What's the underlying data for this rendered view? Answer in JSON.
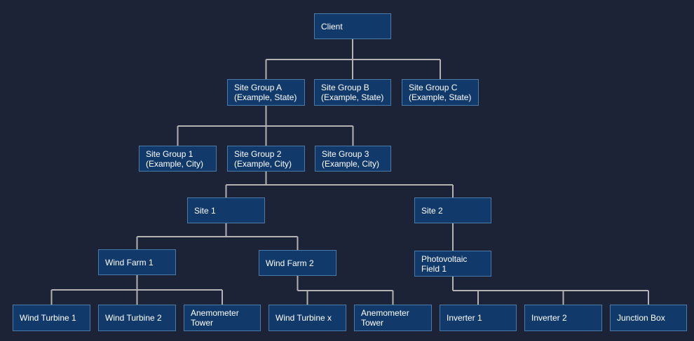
{
  "diagram": {
    "connector_color": "#b3b3b3",
    "node_fill": "#113a6b",
    "node_border": "#4a7aa8",
    "nodes": {
      "client": "Client",
      "site_group_a": "Site Group A\n(Example, State)",
      "site_group_b": "Site Group B\n(Example, State)",
      "site_group_c": "Site Group C\n(Example, State)",
      "site_group_1": "Site Group 1\n(Example, City)",
      "site_group_2": "Site Group 2\n(Example, City)",
      "site_group_3": "Site Group 3\n(Example, City)",
      "site_1": "Site 1",
      "site_2": "Site 2",
      "wind_farm_1": "Wind Farm 1",
      "wind_farm_2": "Wind Farm 2",
      "photovoltaic_field_1": "Photovoltaic\nField 1",
      "wind_turbine_1": "Wind Turbine 1",
      "wind_turbine_2": "Wind Turbine 2",
      "anemometer_tower_1": "Anemometer\nTower",
      "wind_turbine_x": "Wind Turbine x",
      "anemometer_tower_2": "Anemometer\nTower",
      "inverter_1": "Inverter 1",
      "inverter_2": "Inverter 2",
      "junction_box": "Junction Box"
    },
    "edges": [
      [
        "client",
        "site_group_a"
      ],
      [
        "client",
        "site_group_b"
      ],
      [
        "client",
        "site_group_c"
      ],
      [
        "site_group_a",
        "site_group_1"
      ],
      [
        "site_group_a",
        "site_group_2"
      ],
      [
        "site_group_a",
        "site_group_3"
      ],
      [
        "site_group_2",
        "site_1"
      ],
      [
        "site_group_2",
        "site_2"
      ],
      [
        "site_1",
        "wind_farm_1"
      ],
      [
        "site_1",
        "wind_farm_2"
      ],
      [
        "site_2",
        "photovoltaic_field_1"
      ],
      [
        "wind_farm_1",
        "wind_turbine_1"
      ],
      [
        "wind_farm_1",
        "wind_turbine_2"
      ],
      [
        "wind_farm_1",
        "anemometer_tower_1"
      ],
      [
        "wind_farm_2",
        "wind_turbine_x"
      ],
      [
        "wind_farm_2",
        "anemometer_tower_2"
      ],
      [
        "photovoltaic_field_1",
        "inverter_1"
      ],
      [
        "photovoltaic_field_1",
        "inverter_2"
      ],
      [
        "photovoltaic_field_1",
        "junction_box"
      ]
    ]
  }
}
